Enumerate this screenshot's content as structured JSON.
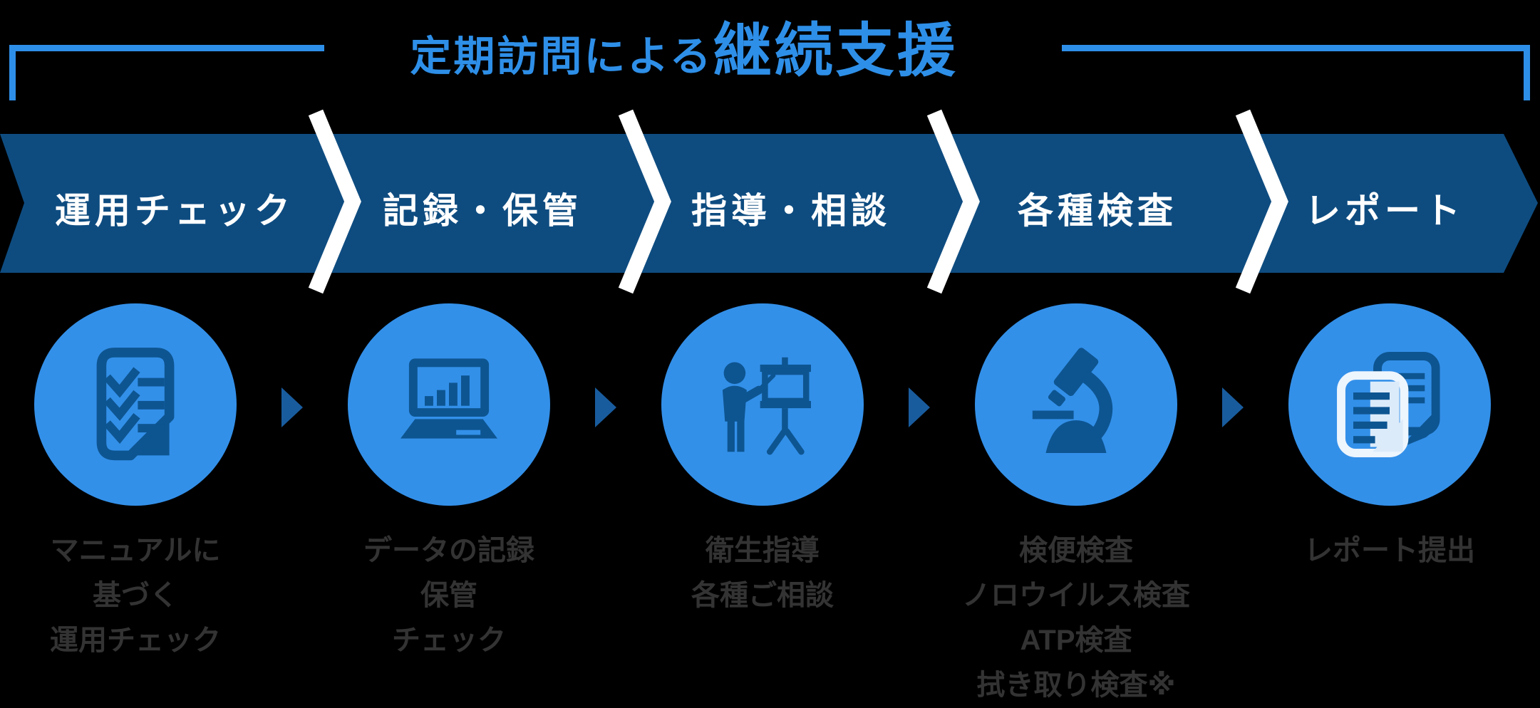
{
  "title": {
    "prefix": "定期訪問による",
    "emphasis": "継続支援"
  },
  "steps": [
    {
      "label": "運用チェック",
      "icon": "checklist-document-icon",
      "description_lines": [
        "マニュアルに",
        "基づく",
        "運用チェック"
      ]
    },
    {
      "label": "記録・保管",
      "icon": "laptop-chart-icon",
      "description_lines": [
        "データの記録",
        "保管",
        "チェック"
      ]
    },
    {
      "label": "指導・相談",
      "icon": "instructor-whiteboard-icon",
      "description_lines": [
        "衛生指導",
        "各種ご相談"
      ]
    },
    {
      "label": "各種検査",
      "icon": "microscope-icon",
      "description_lines": [
        "検便検査",
        "ノロウイルス検査",
        "ATP検査",
        "拭き取り検査※"
      ]
    },
    {
      "label": "レポート",
      "icon": "report-documents-icon",
      "description_lines": [
        "レポート提出"
      ]
    }
  ],
  "colors": {
    "background": "#000000",
    "title_blue": "#2E8FE8",
    "band_navy": "#0E4C80",
    "chevron_white": "#FFFFFF",
    "circle_blue": "#3390E9",
    "icon_navy": "#0D5591",
    "arrow_blue": "#195C9E",
    "label_white": "#FFFFFF",
    "description_gray": "#333333",
    "doc_light": "#DCEBFA",
    "doc_outline": "#EDF5FD"
  }
}
